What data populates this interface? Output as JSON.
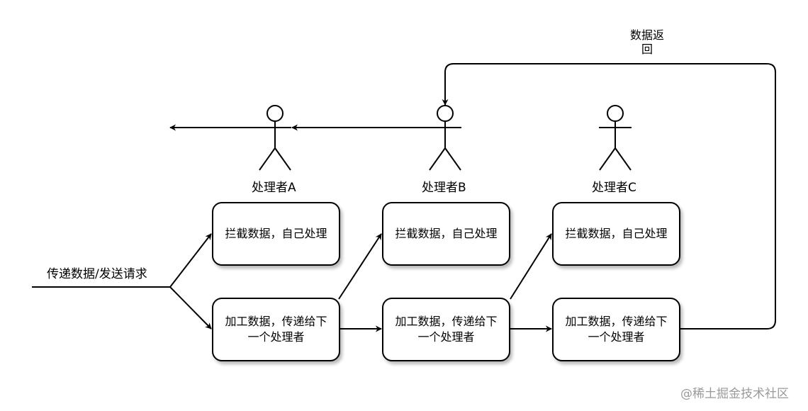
{
  "input_label": "传递数据/发送请求",
  "return_label_line1": "数据返",
  "return_label_line2": "回",
  "handlers": [
    {
      "label": "处理者A",
      "intercept_text": "拦截数据，自己处理",
      "process_line1": "加工数据，传递给下",
      "process_line2": "一个处理者"
    },
    {
      "label": "处理者B",
      "intercept_text": "拦截数据，自己处理",
      "process_line1": "加工数据，传递给下",
      "process_line2": "一个处理者"
    },
    {
      "label": "处理者C",
      "intercept_text": "拦截数据，自己处理",
      "process_line1": "加工数据，传递给下",
      "process_line2": "一个处理者"
    }
  ],
  "watermark": "@稀土掘金技术社区"
}
